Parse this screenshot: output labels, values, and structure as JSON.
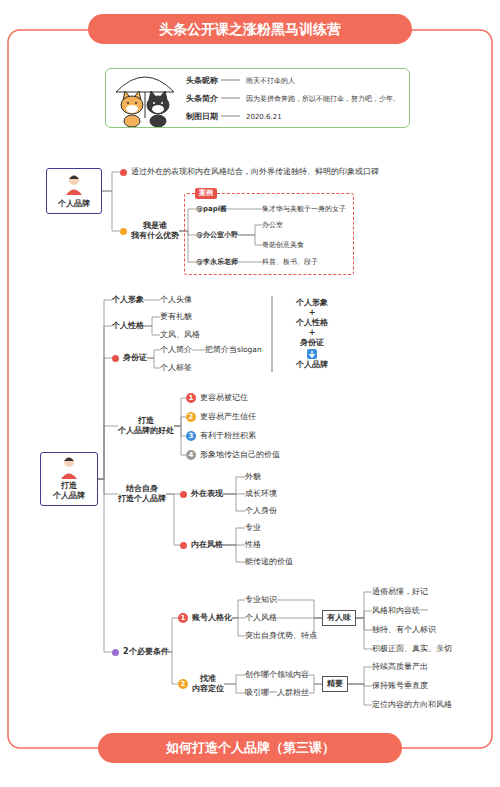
{
  "diagram": {
    "title": "头条公开课之涨粉黑马训练营",
    "caption": "如何打造个人品牌（第三课）",
    "nodes": [
      {
        "text": [
          "头条昵称",
          "雨天不打伞的人",
          "头条简介",
          "因为要拼命奔跑，所以不能打伞，努力吧，少年。",
          "制图日期",
          "2020.6.21"
        ]
      },
      {
        "text": [
          "个人品牌"
        ]
      },
      {
        "text": [
          "通过外在的表现和内在风格结合，向外界传递独特、鲜明的印象或口碑"
        ]
      },
      {
        "text": [
          "我是谁 我有什么优势"
        ]
      },
      {
        "text": [
          "案例"
        ]
      },
      {
        "text": [
          "@papi酱"
        ],
        "in": 4
      },
      {
        "text": [
          "集才华与美貌于一身的女子"
        ],
        "in": 4
      },
      {
        "text": [
          "@办公室小野"
        ],
        "in": 4
      },
      {
        "text": [
          "办公室"
        ],
        "in": 4
      },
      {
        "text": [
          "奇葩创意美食"
        ],
        "in": 4
      },
      {
        "text": [
          "@李永乐老师"
        ],
        "in": 4
      },
      {
        "text": [
          "科普、板书、段子"
        ],
        "in": 4
      },
      {
        "text": [
          "打造 个人品牌"
        ]
      },
      {
        "text": [
          "个人形象"
        ]
      },
      {
        "text": [
          "个人头像"
        ]
      },
      {
        "text": [
          "个人性格"
        ]
      },
      {
        "text": [
          "要有礼貌"
        ]
      },
      {
        "text": [
          "文风、风格"
        ]
      },
      {
        "text": [
          "身份证"
        ]
      },
      {
        "text": [
          "个人简介"
        ]
      },
      {
        "text": [
          "把简介当slogan"
        ]
      },
      {
        "text": [
          "个人标签"
        ]
      },
      {
        "text": [
          "个人形象",
          "+",
          "个人性格",
          "+",
          "身份证",
          "个人品牌"
        ]
      },
      {
        "text": [
          "打造 个人品牌的好处"
        ]
      },
      {
        "text": [
          "更容易被记住"
        ]
      },
      {
        "text": [
          "更容易产生信任"
        ]
      },
      {
        "text": [
          "有利于粉丝积累"
        ]
      },
      {
        "text": [
          "形象地传达自己的价值"
        ]
      },
      {
        "text": [
          "结合自身 打造个人品牌"
        ]
      },
      {
        "text": [
          "外在表现"
        ]
      },
      {
        "text": [
          "外貌"
        ]
      },
      {
        "text": [
          "成长环境"
        ]
      },
      {
        "text": [
          "个人身份"
        ]
      },
      {
        "text": [
          "内在风格"
        ]
      },
      {
        "text": [
          "专业"
        ]
      },
      {
        "text": [
          "性格"
        ]
      },
      {
        "text": [
          "能传递的价值"
        ]
      },
      {
        "text": [
          "2个必要条件"
        ]
      },
      {
        "text": [
          "账号人格化"
        ]
      },
      {
        "text": [
          "专业知识"
        ]
      },
      {
        "text": [
          "个人风格"
        ]
      },
      {
        "text": [
          "突出自身优势、特点"
        ]
      },
      {
        "text": [
          "有人味"
        ]
      },
      {
        "text": [
          "通俗易懂，好记"
        ]
      },
      {
        "text": [
          "风格和内容统一"
        ]
      },
      {
        "text": [
          "独特、有个人标识"
        ]
      },
      {
        "text": [
          "积极正面、真实、亲切"
        ]
      },
      {
        "text": [
          "找准 内容定位"
        ]
      },
      {
        "text": [
          "创作哪个领域内容"
        ]
      },
      {
        "text": [
          "吸引哪一人群粉丝"
        ]
      },
      {
        "text": [
          "精要"
        ]
      },
      {
        "text": [
          "持续高质量产出"
        ]
      },
      {
        "text": [
          "保持账号垂直度"
        ]
      },
      {
        "text": [
          "定位内容的方向和风格"
        ]
      }
    ],
    "edges": [
      {
        "from": 1,
        "to": 2,
        "arrow": "none"
      },
      {
        "from": 1,
        "to": 3,
        "arrow": "none"
      },
      {
        "from": 3,
        "to": 5,
        "arrow": "none"
      },
      {
        "from": 3,
        "to": 7,
        "arrow": "none"
      },
      {
        "from": 3,
        "to": 10,
        "arrow": "none"
      },
      {
        "from": 5,
        "to": 6,
        "arrow": "none"
      },
      {
        "from": 7,
        "to": 8,
        "arrow": "none"
      },
      {
        "from": 7,
        "to": 9,
        "arrow": "none"
      },
      {
        "from": 10,
        "to": 11,
        "arrow": "none"
      },
      {
        "from": 12,
        "to": 13,
        "arrow": "none"
      },
      {
        "from": 12,
        "to": 15,
        "arrow": "none"
      },
      {
        "from": 12,
        "to": 18,
        "arrow": "none"
      },
      {
        "from": 12,
        "to": 23,
        "arrow": "none"
      },
      {
        "from": 12,
        "to": 28,
        "arrow": "none"
      },
      {
        "from": 12,
        "to": 37,
        "arrow": "none"
      },
      {
        "from": 13,
        "to": 14,
        "arrow": "none"
      },
      {
        "from": 15,
        "to": 16,
        "arrow": "none"
      },
      {
        "from": 15,
        "to": 17,
        "arrow": "none"
      },
      {
        "from": 18,
        "to": 19,
        "arrow": "none"
      },
      {
        "from": 18,
        "to": 21,
        "arrow": "none"
      },
      {
        "from": 19,
        "to": 20,
        "arrow": "none"
      },
      {
        "from": 23,
        "to": 24,
        "arrow": "none"
      },
      {
        "from": 23,
        "to": 25,
        "arrow": "none"
      },
      {
        "from": 23,
        "to": 26,
        "arrow": "none"
      },
      {
        "from": 23,
        "to": 27,
        "arrow": "none"
      },
      {
        "from": 28,
        "to": 29,
        "arrow": "none"
      },
      {
        "from": 28,
        "to": 33,
        "arrow": "none"
      },
      {
        "from": 29,
        "to": 30,
        "arrow": "none"
      },
      {
        "from": 29,
        "to": 31,
        "arrow": "none"
      },
      {
        "from": 29,
        "to": 32,
        "arrow": "none"
      },
      {
        "from": 33,
        "to": 34,
        "arrow": "none"
      },
      {
        "from": 33,
        "to": 35,
        "arrow": "none"
      },
      {
        "from": 33,
        "to": 36,
        "arrow": "none"
      },
      {
        "from": 37,
        "to": 38,
        "arrow": "none"
      },
      {
        "from": 37,
        "to": 47,
        "arrow": "none"
      },
      {
        "from": 38,
        "to": 39,
        "arrow": "none"
      },
      {
        "from": 38,
        "to": 40,
        "arrow": "none"
      },
      {
        "from": 38,
        "to": 41,
        "arrow": "none"
      },
      {
        "from": 39,
        "to": 42,
        "arrow": "none"
      },
      {
        "from": 40,
        "to": 42,
        "arrow": "none"
      },
      {
        "from": 41,
        "to": 42,
        "arrow": "none"
      },
      {
        "from": 42,
        "to": 43,
        "arrow": "none"
      },
      {
        "from": 42,
        "to": 44,
        "arrow": "none"
      },
      {
        "from": 42,
        "to": 45,
        "arrow": "none"
      },
      {
        "from": 42,
        "to": 46,
        "arrow": "none"
      },
      {
        "from": 47,
        "to": 48,
        "arrow": "none"
      },
      {
        "from": 47,
        "to": 49,
        "arrow": "none"
      },
      {
        "from": 48,
        "to": 50,
        "arrow": "none"
      },
      {
        "from": 49,
        "to": 50,
        "arrow": "none"
      },
      {
        "from": 50,
        "to": 51,
        "arrow": "none"
      },
      {
        "from": 50,
        "to": 52,
        "arrow": "none"
      },
      {
        "from": 50,
        "to": 53,
        "arrow": "none"
      }
    ],
    "labels": [
      "1",
      "2",
      "3",
      "4",
      "1",
      "2"
    ]
  }
}
